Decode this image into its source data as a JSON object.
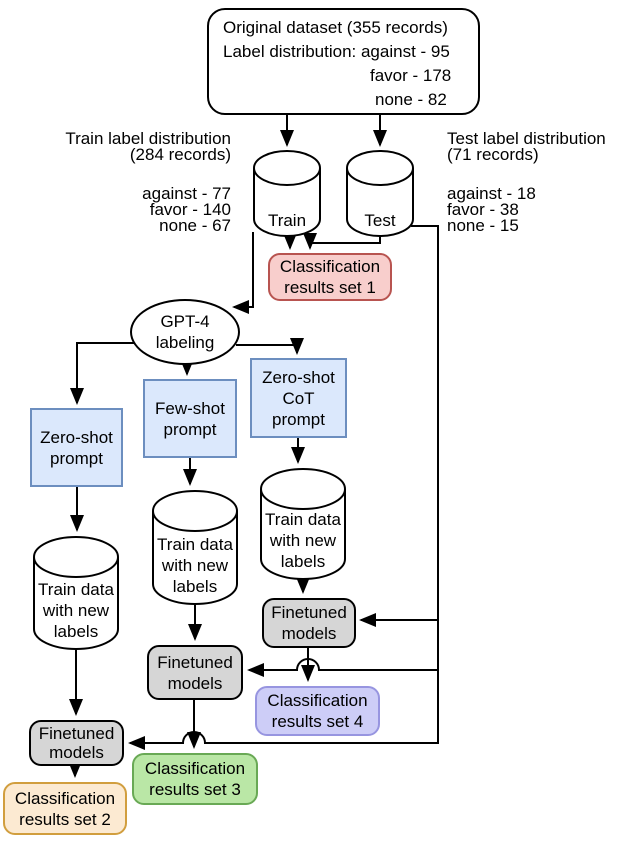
{
  "diagram": {
    "original_dataset": {
      "lines": [
        "Original dataset (355 records)",
        "Label distribution: against - 95",
        "favor - 178",
        "none - 82"
      ]
    },
    "train_cylinder": {
      "label": "Train"
    },
    "test_cylinder": {
      "label": "Test"
    },
    "train_distribution": {
      "title_lines": [
        "Train label distribution",
        "(284 records)"
      ],
      "counts": [
        "against - 77",
        "favor - 140",
        "none - 67"
      ]
    },
    "test_distribution": {
      "title_lines": [
        "Test label distribution",
        "(71 records)"
      ],
      "counts": [
        "against - 18",
        "favor - 38",
        "none - 15"
      ]
    },
    "gpt4": {
      "lines": [
        "GPT-4",
        "labeling"
      ]
    },
    "prompts": {
      "zero_shot": {
        "lines": [
          "Zero-shot",
          "prompt"
        ]
      },
      "few_shot": {
        "lines": [
          "Few-shot",
          "prompt"
        ]
      },
      "zero_shot_cot": {
        "lines": [
          "Zero-shot",
          "CoT",
          "prompt"
        ]
      }
    },
    "train_data_cylinder": {
      "lines": [
        "Train data",
        "with new",
        "labels"
      ]
    },
    "finetuned": {
      "lines": [
        "Finetuned",
        "models"
      ]
    },
    "results": {
      "set1": {
        "lines": [
          "Classification",
          "results set 1"
        ]
      },
      "set2": {
        "lines": [
          "Classification",
          "results set 2"
        ]
      },
      "set3": {
        "lines": [
          "Classification",
          "results set 3"
        ]
      },
      "set4": {
        "lines": [
          "Classification",
          "results set 4"
        ]
      }
    },
    "colors": {
      "set1_fill": "#f8cecc",
      "set1_border": "#b85450",
      "prompt_fill": "#dbe8fc",
      "prompt_border": "#6c8ebf",
      "finetuned_fill": "#d6d6d6",
      "finetuned_border": "#000000",
      "set2_fill": "#fcead2",
      "set2_border": "#d19e3e",
      "set3_fill": "#bae7a6",
      "set3_border": "#69a955",
      "set4_fill": "#cdcdf7",
      "set4_border": "#9795e0",
      "line": "#000000"
    }
  }
}
